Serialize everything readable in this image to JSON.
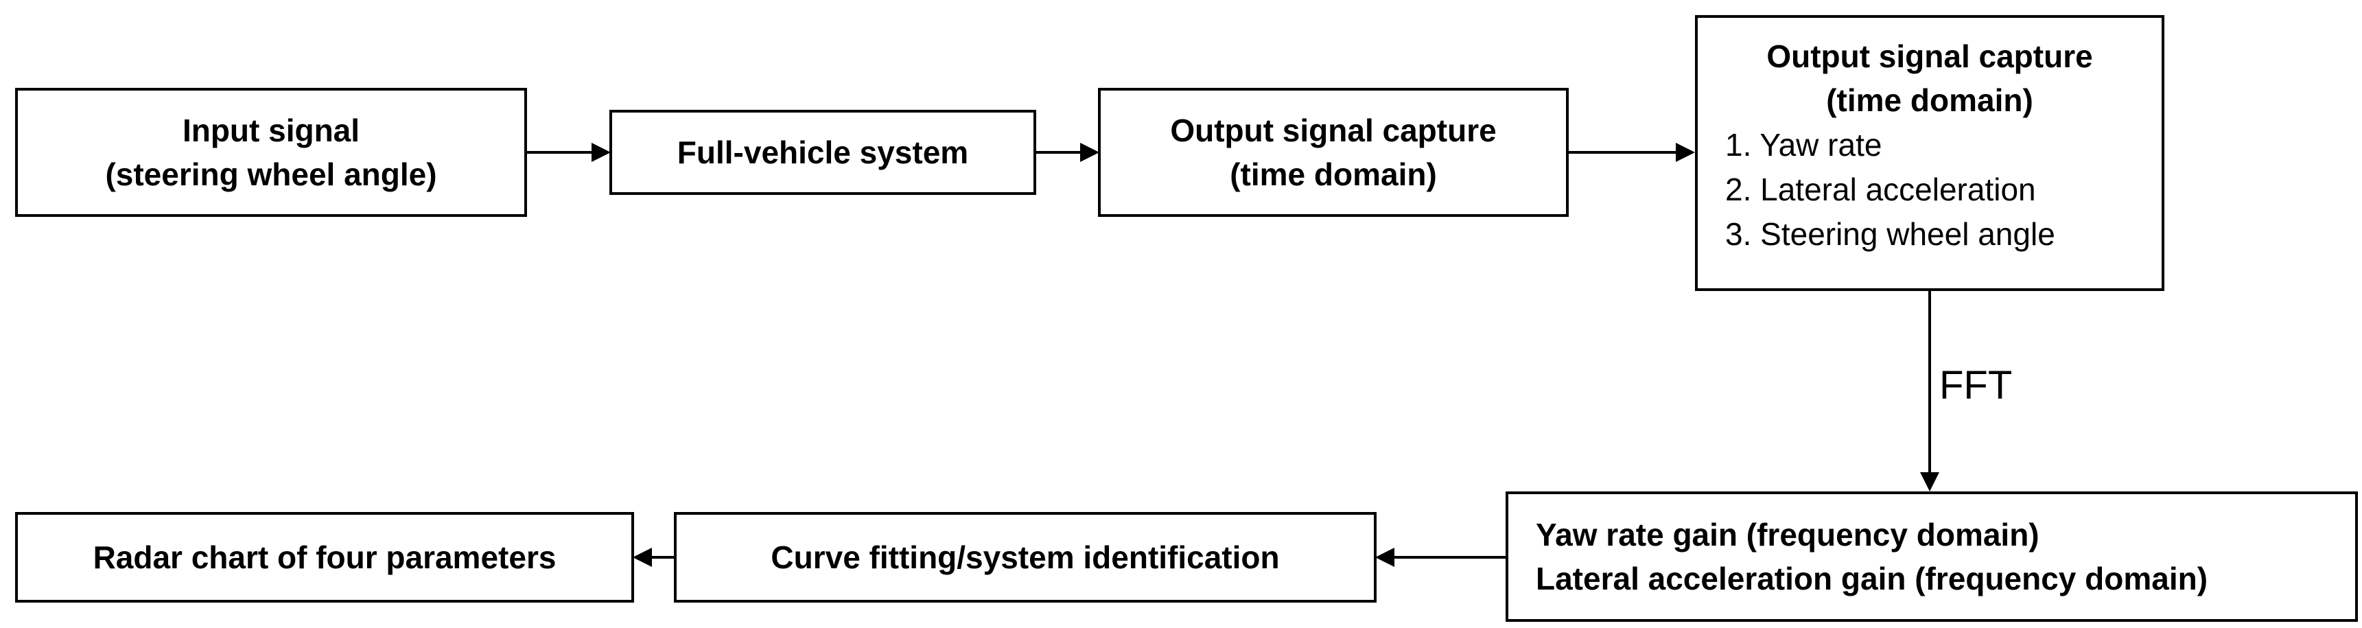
{
  "nodes": {
    "input_signal": {
      "lines": [
        "Input signal",
        "(steering wheel angle)"
      ]
    },
    "full_vehicle": {
      "lines": [
        "Full-vehicle system"
      ]
    },
    "output_capture": {
      "lines": [
        "Output signal capture",
        "(time domain)"
      ]
    },
    "output_capture_detail": {
      "title_lines": [
        "Output signal capture",
        "(time domain)"
      ],
      "items": [
        "1. Yaw rate",
        "2. Lateral acceleration",
        "3. Steering wheel angle"
      ]
    },
    "gains": {
      "lines": [
        "Yaw rate gain (frequency domain)",
        "Lateral acceleration gain (frequency domain)"
      ]
    },
    "curve_fitting": {
      "lines": [
        "Curve fitting/system identification"
      ]
    },
    "radar_chart": {
      "lines": [
        "Radar chart of four parameters"
      ]
    }
  },
  "edges": {
    "fft_label": "FFT"
  }
}
